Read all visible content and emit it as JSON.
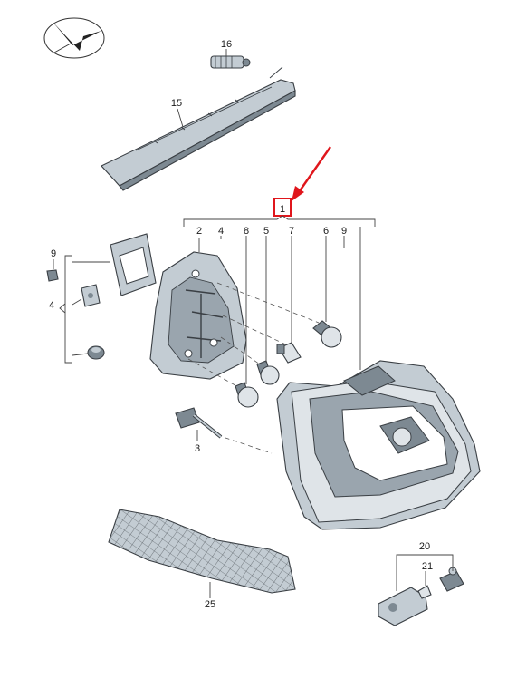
{
  "callouts": {
    "c1": "1",
    "c2": "2",
    "c3": "3",
    "c4a": "4",
    "c4b": "4",
    "c5": "5",
    "c6": "6",
    "c7": "7",
    "c8": "8",
    "c9a": "9",
    "c9b": "9",
    "c15": "15",
    "c16": "16",
    "c20": "20",
    "c21": "21",
    "c25": "25"
  },
  "colors": {
    "highlight": "#e0161c",
    "part_fill": "#c3ccd3",
    "part_dark": "#7d8992",
    "outline": "#3a3f44"
  }
}
